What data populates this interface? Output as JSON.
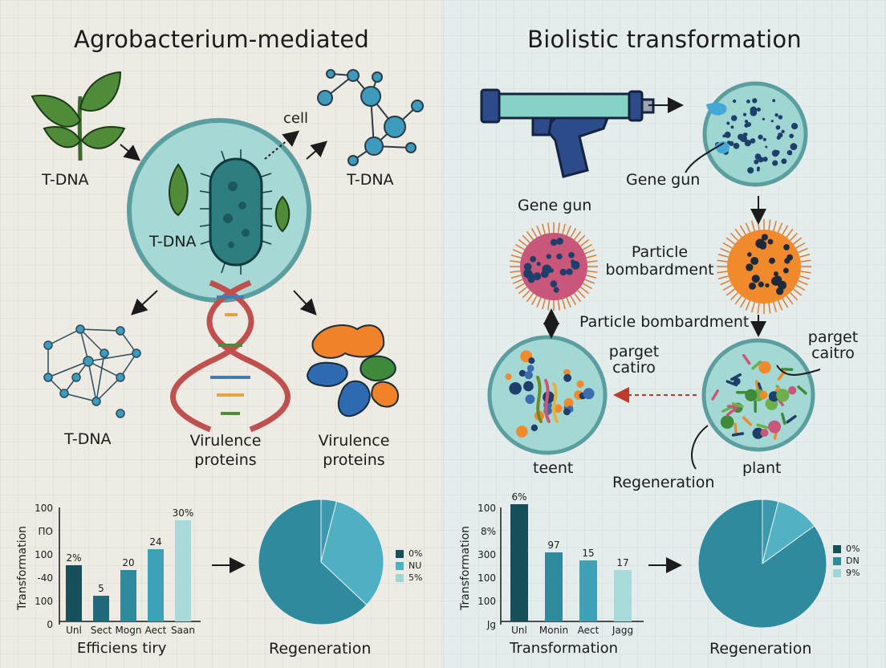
{
  "colors": {
    "teal_dark": "#17505a",
    "teal_mid": "#2f8a9e",
    "teal_light": "#52b2c3",
    "teal_pale": "#9fd6d6",
    "orange": "#f08a2c",
    "pink": "#c9577a",
    "leaf": "#3f7f37"
  },
  "left": {
    "title": "Agrobacterium-mediated",
    "labels": {
      "cell": "cell",
      "tdna_leaf": "T-DNA",
      "tdna_right": "T-DNA",
      "tdna_inner": "T-DNA",
      "tdna_bottom": "T-DNA",
      "virulence_1": "Virulence proteins",
      "virulence_2": "Virulence proteins",
      "regeneration": "Regeneration"
    },
    "chart": {
      "ylabel": "Transformation",
      "xlabel": "Efficiens tiry",
      "yticks": [
        "100",
        "ПО",
        "100",
        "-40",
        "100",
        "0"
      ],
      "bars": [
        {
          "category": "Unl",
          "label": "2%",
          "value": 70,
          "color": "#17505a"
        },
        {
          "category": "Sect",
          "label": "5",
          "value": 32,
          "color": "#1f6b7a"
        },
        {
          "category": "Mogn",
          "label": "20",
          "value": 64,
          "color": "#2f8a9e"
        },
        {
          "category": "Aect",
          "label": "24",
          "value": 90,
          "color": "#3ea1b6"
        },
        {
          "category": "Saan",
          "label": "30%",
          "value": 126,
          "color": "#a8dada"
        }
      ]
    },
    "pie": {
      "slices": [
        {
          "value": 0.04,
          "color": "#3b98ad"
        },
        {
          "value": 0.33,
          "color": "#4fb0c4"
        },
        {
          "value": 0.63,
          "color": "#2f8a9e"
        }
      ],
      "legend": [
        {
          "label": "0%",
          "color": "#17505a"
        },
        {
          "label": "NU",
          "color": "#4fb0c4"
        },
        {
          "label": "5%",
          "color": "#9fd6d6"
        }
      ]
    }
  },
  "right": {
    "title": "Biolistic transformation",
    "labels": {
      "gene_gun_1": "Gene gun",
      "gene_gun_2": "Gene gun",
      "particle_1": "Particle bombardment",
      "particle_2": "Particle bombardment",
      "parget_1": "parget catiro",
      "parget_2": "parget caitro",
      "teent": "teent",
      "plant": "plant",
      "regeneration_mid": "Regeneration",
      "regeneration": "Regeneration"
    },
    "chart": {
      "ylabel": "Transformation",
      "xlabel": "Transformation",
      "yticks": [
        "100",
        "8%",
        "300",
        "100",
        "100",
        "Jg"
      ],
      "bars": [
        {
          "category": "Unl",
          "label": "6%",
          "value": 146,
          "color": "#17505a"
        },
        {
          "category": "Monin",
          "label": "97",
          "value": 86,
          "color": "#2f8a9e"
        },
        {
          "category": "Aect",
          "label": "15",
          "value": 76,
          "color": "#3ea1b6"
        },
        {
          "category": "Jagg",
          "label": "17",
          "value": 64,
          "color": "#a8dada"
        }
      ]
    },
    "pie": {
      "slices": [
        {
          "value": 0.04,
          "color": "#3b98ad"
        },
        {
          "value": 0.11,
          "color": "#52b2c3"
        },
        {
          "value": 0.85,
          "color": "#2f8a9e"
        }
      ],
      "legend": [
        {
          "label": "0%",
          "color": "#17505a"
        },
        {
          "label": "DN",
          "color": "#2f8a9e"
        },
        {
          "label": "9%",
          "color": "#9fd6d6"
        }
      ]
    }
  }
}
